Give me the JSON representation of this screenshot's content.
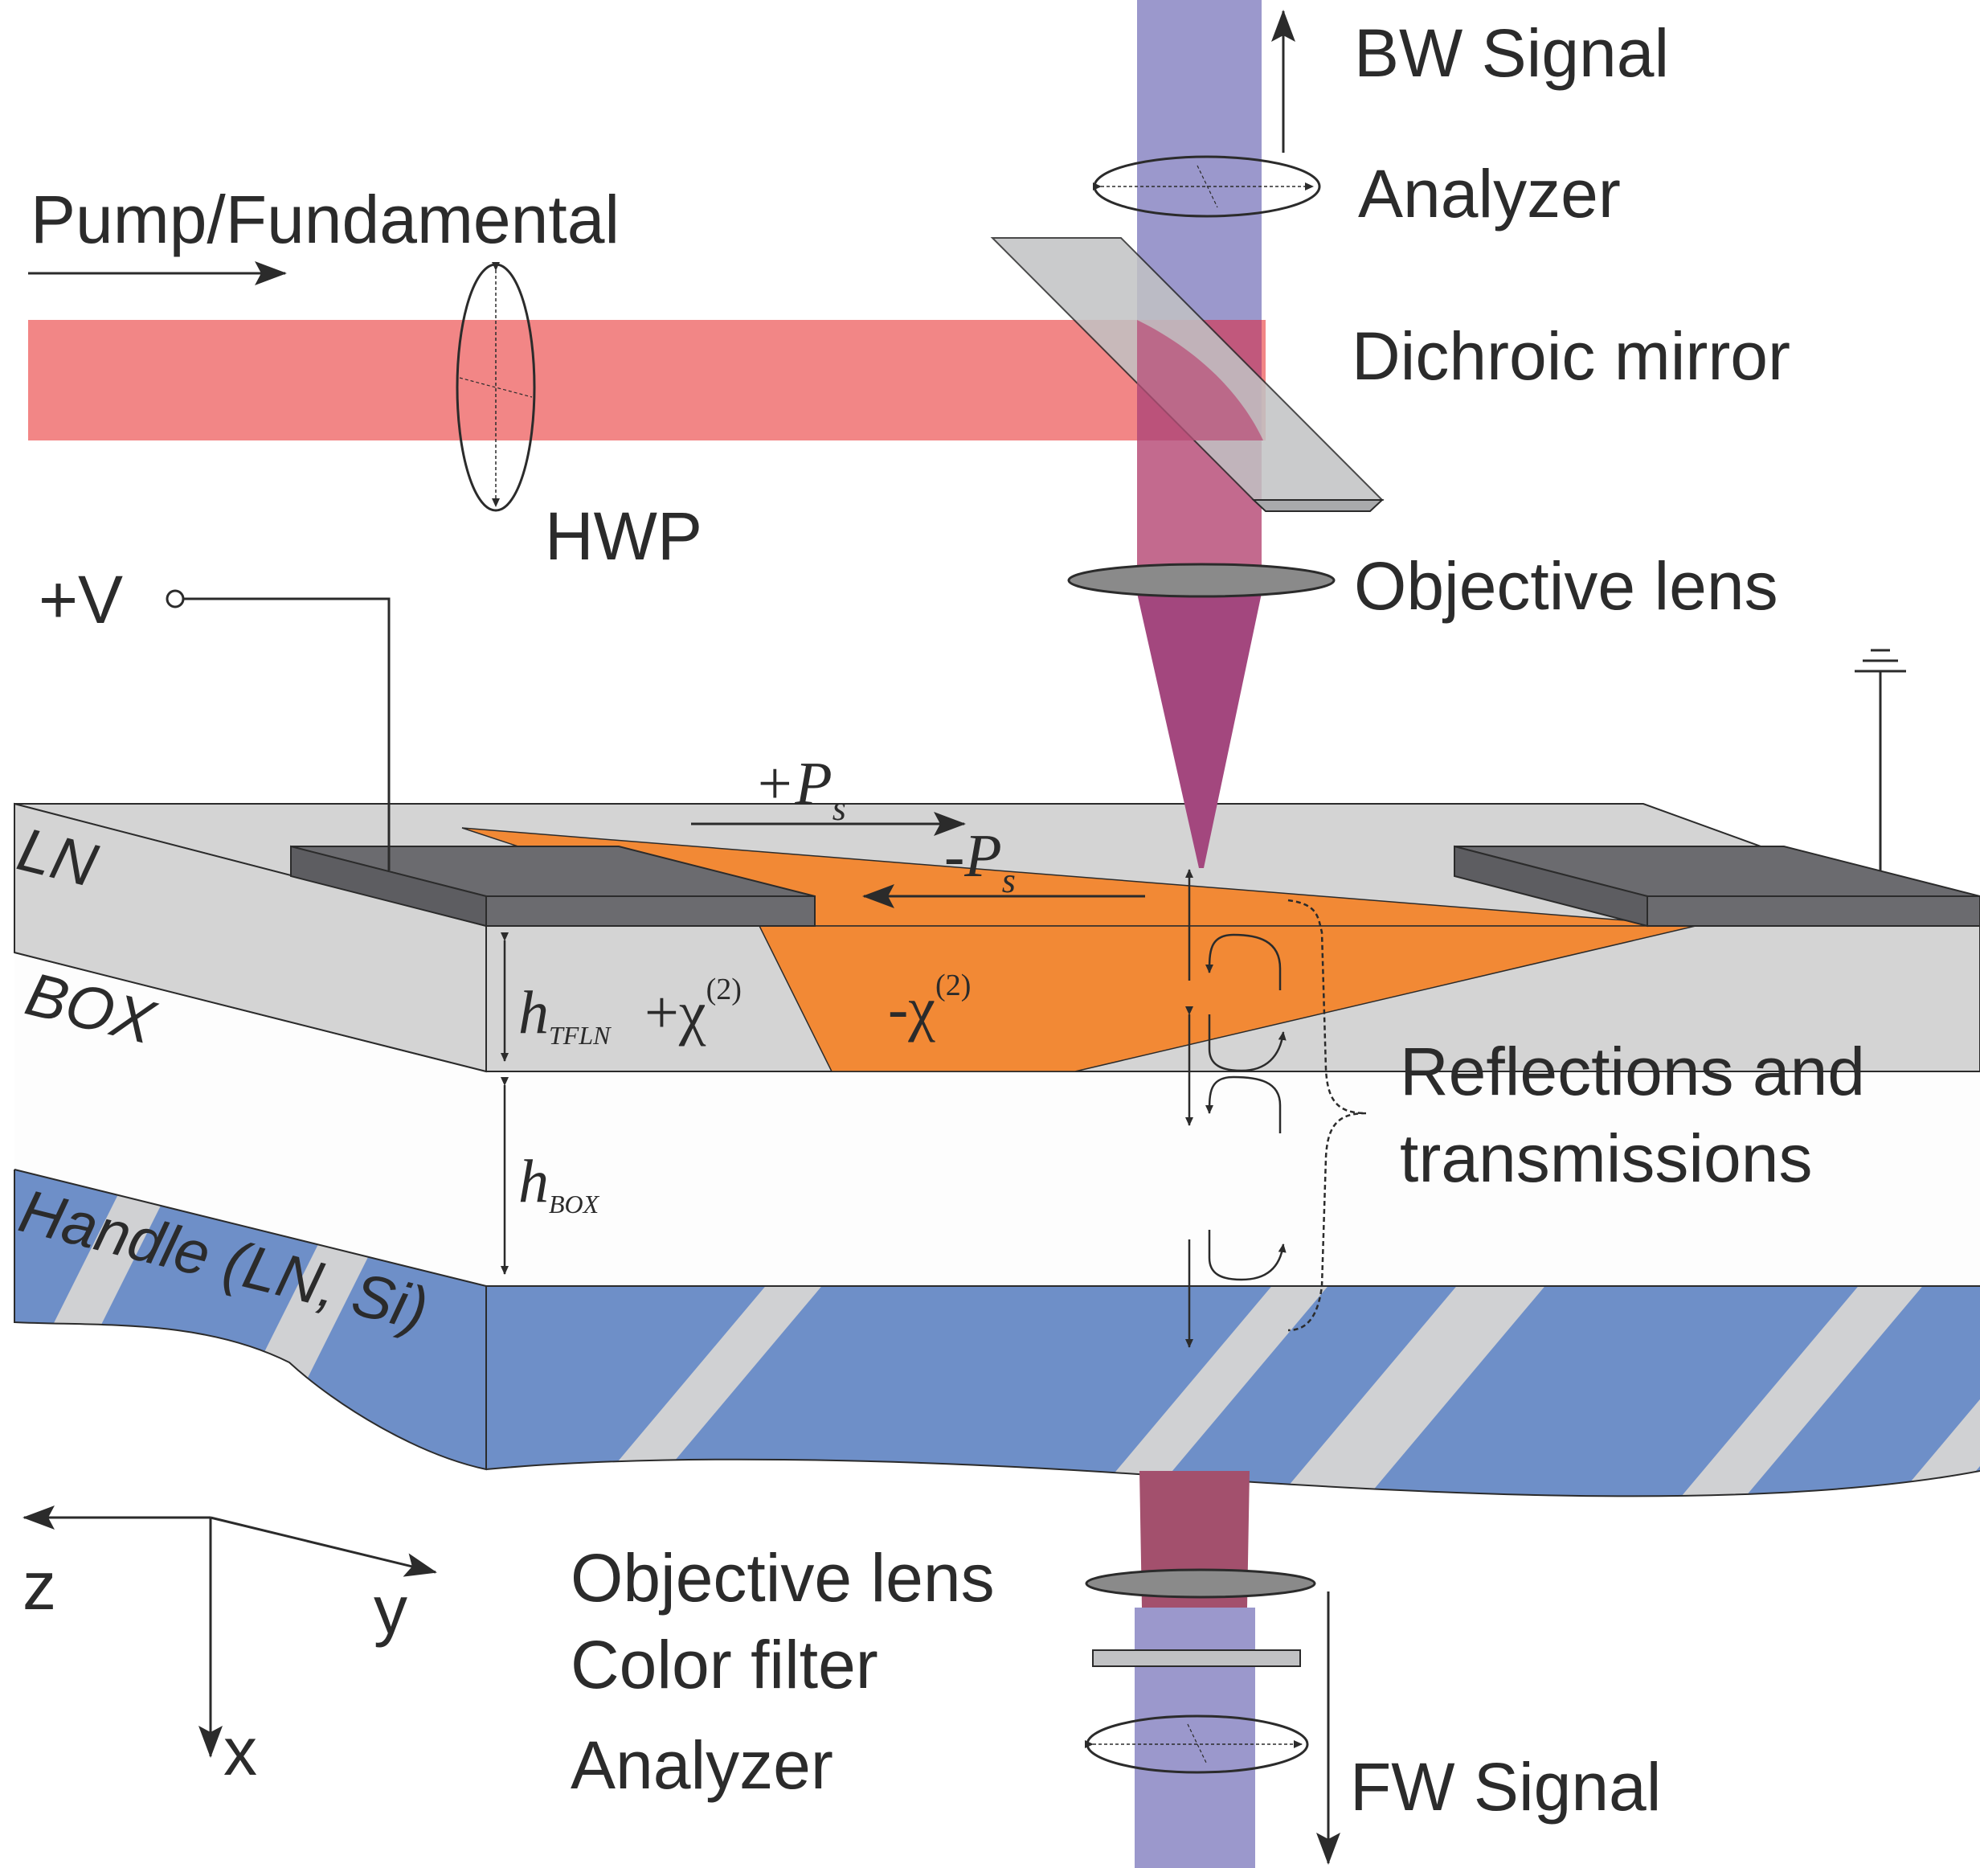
{
  "colors": {
    "pump_beam": "#f28686",
    "blue_beam": "#9b98cc",
    "focus_beam": "#a3477e",
    "layer_ln": "#d4d4d4",
    "box_white": "#fdfdfd",
    "handle_blue": "#6e8fc8",
    "handle_stripe": "#d0d1d3",
    "domain_orange": "#f28935",
    "electrode": "#6b6b6f",
    "mirror": "#c1c2c4",
    "lens_fill": "#8a8a8a",
    "line": "#2b2b2b"
  },
  "labels": {
    "bw_signal": "BW Signal",
    "analyzer_top": "Analyzer",
    "dichroic_mirror": "Dichroic mirror",
    "objective_lens_top": "Objective lens",
    "pump": "Pump/Fundamental",
    "hwp": "HWP",
    "voltage": "+V",
    "ln": "LN",
    "box": "BOX",
    "handle": "Handle (LN, Si)",
    "plus_ps_main": "+P",
    "plus_ps_sub": "s",
    "minus_ps_main": "-P",
    "minus_ps_sub": "s",
    "h_tfln_main": "h",
    "h_tfln_sub": "TFLN",
    "plus_chi_main": "+χ",
    "plus_chi_sup": "(2)",
    "minus_chi_main": "-χ",
    "minus_chi_sup": "(2)",
    "h_box_main": "h",
    "h_box_sub": "BOX",
    "reflections_line1": "Reflections and",
    "reflections_line2": "transmissions",
    "objective_lens_bottom": "Objective lens",
    "color_filter": "Color filter",
    "analyzer_bottom": "Analyzer",
    "fw_signal": "FW Signal",
    "axis_z": "z",
    "axis_y": "y",
    "axis_x": "x"
  },
  "icons": {
    "ground": "ground-symbol-icon",
    "terminal": "voltage-terminal-icon"
  }
}
